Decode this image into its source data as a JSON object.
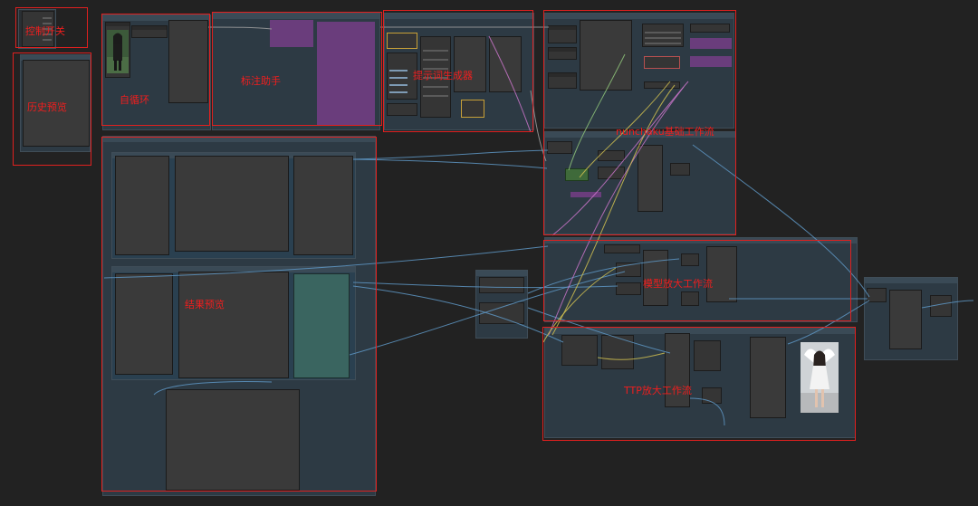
{
  "groups": {
    "control_switch": "控制开关",
    "history_preview": "历史预览",
    "self_loop": "自循环",
    "annotation_helper": "标注助手",
    "prompt_generator": "提示词生成器",
    "nunchaku_workflow": "nunchaku基础工作流",
    "result_preview": "结果预览",
    "model_upscale_workflow": "模型放大工作流",
    "ttp_upscale_workflow": "TTP放大工作流"
  },
  "colors": {
    "canvas": "#222222",
    "group_bg": "#2d3a44",
    "node_bg": "#353535",
    "highlight_border": "#e0201f",
    "label": "#f01e1e",
    "purple_node": "#6a3d7c",
    "teal_node": "#3a6560"
  }
}
